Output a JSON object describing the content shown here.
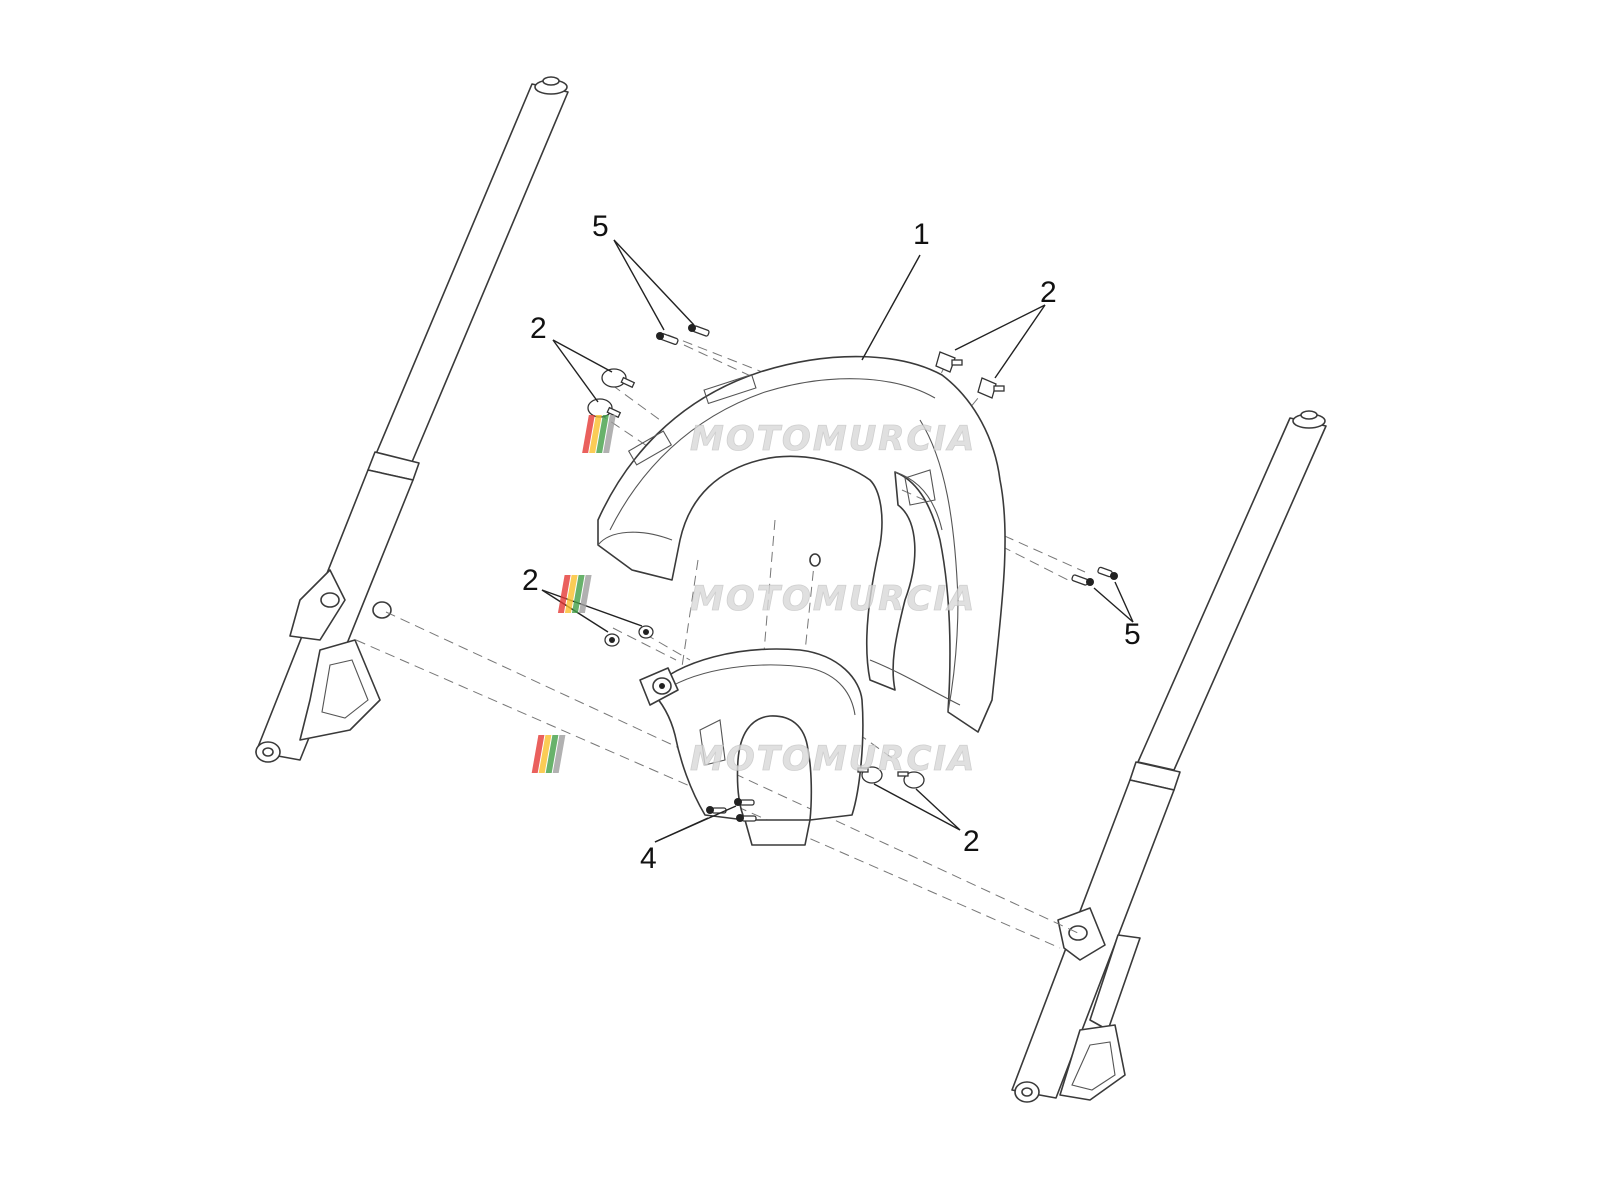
{
  "watermark": {
    "brand_text": "MOTOMURCIA",
    "stripe_colors": [
      "#e53935",
      "#fbc02d",
      "#43a047",
      "#9e9e9e"
    ]
  },
  "callouts": {
    "fender_label": "1",
    "clip_top_left_label": "2",
    "clip_top_right_label": "2",
    "clip_mid_left_label": "2",
    "clip_bottom_right_label": "2",
    "screw_lower_label": "4",
    "screw_top_left_label": "5",
    "screw_right_label": "5"
  }
}
